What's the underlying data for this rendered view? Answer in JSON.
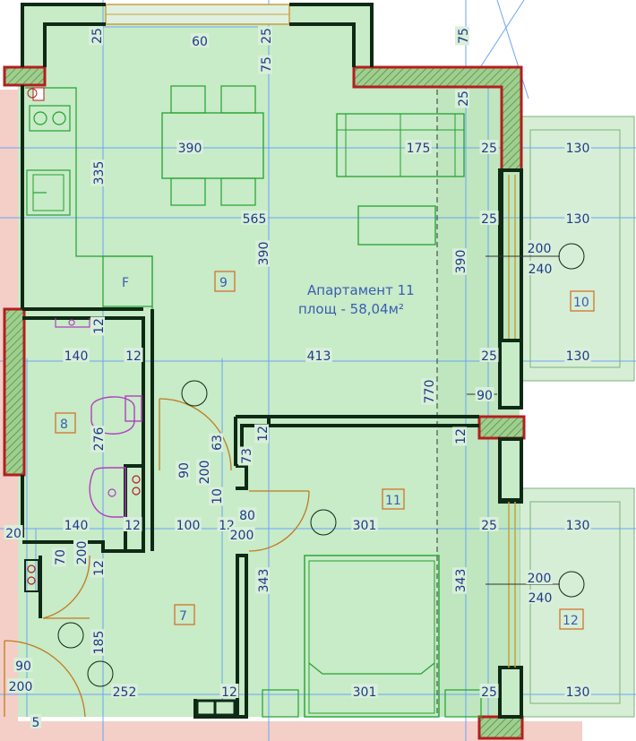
{
  "apartment": {
    "title": "Апартамент 11",
    "area": "площ - 58,04м²"
  },
  "rooms": [
    {
      "id": "room-7",
      "num": "7"
    },
    {
      "id": "room-8",
      "num": "8"
    },
    {
      "id": "room-9",
      "num": "9"
    },
    {
      "id": "room-10",
      "num": "10"
    },
    {
      "id": "room-11",
      "num": "11"
    },
    {
      "id": "room-12",
      "num": "12"
    }
  ],
  "fixtures": {
    "fridge_label": "F"
  },
  "dimensions": [
    {
      "name": "dim-25-top-left",
      "text": "25"
    },
    {
      "name": "dim-60-top",
      "text": "60"
    },
    {
      "name": "dim-25-top-mid",
      "text": "25"
    },
    {
      "name": "dim-75-top-mid",
      "text": "75"
    },
    {
      "name": "dim-75-top-right",
      "text": "75"
    },
    {
      "name": "dim-25-corner",
      "text": "25"
    },
    {
      "name": "dim-390-table",
      "text": "390"
    },
    {
      "name": "dim-175-sofa",
      "text": "175"
    },
    {
      "name": "dim-25-balcony-a",
      "text": "25"
    },
    {
      "name": "dim-130-balcony-a",
      "text": "130"
    },
    {
      "name": "dim-335-kitchen",
      "text": "335"
    },
    {
      "name": "dim-565-living",
      "text": "565"
    },
    {
      "name": "dim-25-balcony-b",
      "text": "25"
    },
    {
      "name": "dim-130-balcony-b",
      "text": "130"
    },
    {
      "name": "dim-390-living",
      "text": "390"
    },
    {
      "name": "dim-390-right",
      "text": "390"
    },
    {
      "name": "dim-200-balcony10",
      "text": "200"
    },
    {
      "name": "dim-240-balcony10",
      "text": "240"
    },
    {
      "name": "dim-12-bath-top",
      "text": "12"
    },
    {
      "name": "dim-140-bath",
      "text": "140"
    },
    {
      "name": "dim-12-bath-wall",
      "text": "12"
    },
    {
      "name": "dim-413",
      "text": "413"
    },
    {
      "name": "dim-25-balcony-c",
      "text": "25"
    },
    {
      "name": "dim-130-balcony-c",
      "text": "130"
    },
    {
      "name": "dim-770",
      "text": "770"
    },
    {
      "name": "dim-90",
      "text": "90"
    },
    {
      "name": "dim-276",
      "text": "276"
    },
    {
      "name": "dim-63",
      "text": "63"
    },
    {
      "name": "dim-12-bed-top",
      "text": "12"
    },
    {
      "name": "dim-73",
      "text": "73"
    },
    {
      "name": "dim-12-bed-right",
      "text": "12"
    },
    {
      "name": "dim-90-door",
      "text": "90"
    },
    {
      "name": "dim-200-door",
      "text": "200"
    },
    {
      "name": "dim-10",
      "text": "10"
    },
    {
      "name": "dim-20-left",
      "text": "20"
    },
    {
      "name": "dim-140-hall",
      "text": "140"
    },
    {
      "name": "dim-12-hall",
      "text": "12"
    },
    {
      "name": "dim-100",
      "text": "100"
    },
    {
      "name": "dim-12-bed-left",
      "text": "12"
    },
    {
      "name": "dim-80-bed-door",
      "text": "80"
    },
    {
      "name": "dim-200-bed-door",
      "text": "200"
    },
    {
      "name": "dim-301-bed-top",
      "text": "301"
    },
    {
      "name": "dim-25-balcony-d",
      "text": "25"
    },
    {
      "name": "dim-130-balcony-d",
      "text": "130"
    },
    {
      "name": "dim-70-wc-door",
      "text": "70"
    },
    {
      "name": "dim-200-wc-door",
      "text": "200"
    },
    {
      "name": "dim-12-wc",
      "text": "12"
    },
    {
      "name": "dim-343-left",
      "text": "343"
    },
    {
      "name": "dim-343-right",
      "text": "343"
    },
    {
      "name": "dim-200-balcony12",
      "text": "200"
    },
    {
      "name": "dim-240-balcony12",
      "text": "240"
    },
    {
      "name": "dim-185",
      "text": "185"
    },
    {
      "name": "dim-90-entry",
      "text": "90"
    },
    {
      "name": "dim-200-entry",
      "text": "200"
    },
    {
      "name": "dim-252",
      "text": "252"
    },
    {
      "name": "dim-12-bottom",
      "text": "12"
    },
    {
      "name": "dim-301-bottom",
      "text": "301"
    },
    {
      "name": "dim-25-bottom",
      "text": "25"
    },
    {
      "name": "dim-130-bottom",
      "text": "130"
    },
    {
      "name": "dim-5-bottom",
      "text": "5"
    }
  ],
  "colors": {
    "floor": "#c8ebc8",
    "balcony": "#d6eed6",
    "wall": "#0e2a14",
    "column": "#b41e1e",
    "dimline": "#6aa5f5",
    "text": "#1e3a8a",
    "furniture": "#22a22e",
    "bath_fixture": "#b040c0",
    "door": "#c07a20"
  }
}
